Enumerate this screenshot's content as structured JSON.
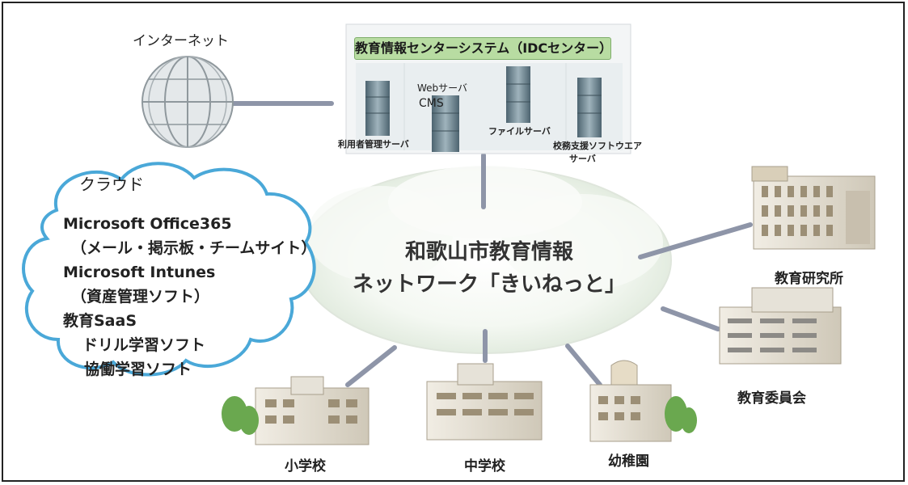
{
  "internet": {
    "label": "インターネット"
  },
  "center": {
    "banner": "教育情報センターシステム（IDCセンター）",
    "servers": {
      "web": "Webサーバ",
      "cms": "CMS",
      "user_mgmt": "利用者管理サーバ",
      "file": "ファイルサーバ",
      "school_support_line1": "校務支援ソフトウエア",
      "school_support_line2": "サーバ"
    }
  },
  "cloud": {
    "title": "クラウド",
    "lines": [
      "Microsoft Office365",
      "（メール・掲示板・チームサイト）",
      "Microsoft Intunes",
      "（資産管理ソフト）",
      "教育SaaS",
      "ドリル学習ソフト",
      "協働学習ソフト"
    ]
  },
  "network": {
    "title_line1": "和歌山市教育情報",
    "title_line2": "ネットワーク「きいねっと」"
  },
  "sites": {
    "research": "教育研究所",
    "board": "教育委員会",
    "elementary": "小学校",
    "junior_high": "中学校",
    "kindergarten": "幼稚園"
  },
  "colors": {
    "line": "#8e95a8",
    "banner_bg": "#b8dca2",
    "globe": "#9aa3a8",
    "server": "#6f8590"
  }
}
